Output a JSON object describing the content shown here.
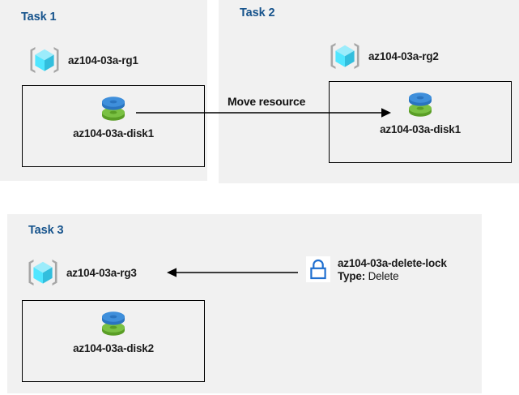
{
  "diagram": {
    "title": "Azure resource group tasks diagram",
    "background_color": "#ffffff",
    "panel_color": "#f1f1f1",
    "title_color": "#16538c",
    "accent_blue": "#1f6fd0",
    "disk_blue": "#3f8fdb",
    "disk_green": "#72b83c"
  },
  "tasks": [
    {
      "id": "task1",
      "title": "Task 1",
      "resource_group": {
        "label": "az104-03a-rg1",
        "icon": "resource-group-icon"
      },
      "resources": [
        {
          "label": "az104-03a-disk1",
          "icon": "managed-disk-icon"
        }
      ]
    },
    {
      "id": "task2",
      "title": "Task 2",
      "resource_group": {
        "label": "az104-03a-rg2",
        "icon": "resource-group-icon"
      },
      "resources": [
        {
          "label": "az104-03a-disk1",
          "icon": "managed-disk-icon"
        }
      ]
    },
    {
      "id": "task3",
      "title": "Task 3",
      "resource_group": {
        "label": "az104-03a-rg3",
        "icon": "resource-group-icon"
      },
      "resources": [
        {
          "label": "az104-03a-disk2",
          "icon": "managed-disk-icon"
        }
      ]
    }
  ],
  "connectors": [
    {
      "id": "move-resource",
      "caption": "Move resource",
      "direction": "right",
      "from": "az104-03a-disk1 (Task 1)",
      "to": "az104-03a-disk1 (Task 2)"
    },
    {
      "id": "delete-lock",
      "caption": "",
      "direction": "left",
      "from": "az104-03a-delete-lock",
      "to": "az104-03a-rg3"
    }
  ],
  "lock": {
    "icon": "lock-icon",
    "name": "az104-03a-delete-lock",
    "type_key": "Type:",
    "type_value": "Delete"
  }
}
